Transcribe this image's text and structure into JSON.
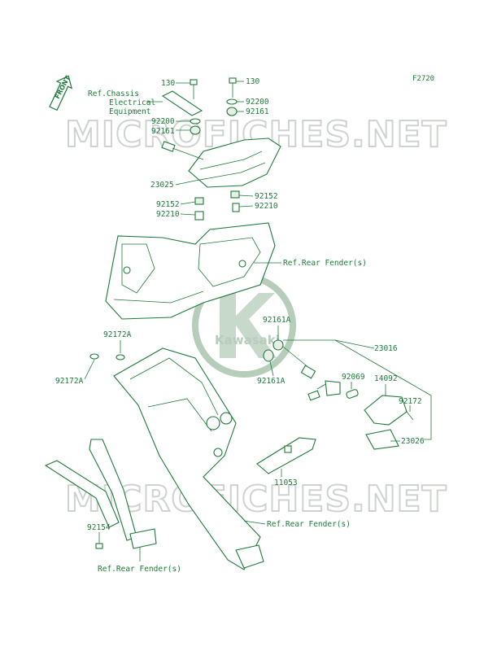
{
  "diagram_code": "F2720",
  "watermark": "MICROFICHES.NET",
  "logo_text": "Kawasaki",
  "front_badge": "FRONT",
  "refs": {
    "chassis_line1": "Ref.Chassis",
    "chassis_line2": "Electrical",
    "chassis_line3": "Equipment",
    "rear_fender_1": "Ref.Rear Fender(s)",
    "rear_fender_2": "Ref.Rear Fender(s)",
    "rear_fender_3": "Ref.Rear Fender(s)"
  },
  "parts": {
    "p130_left": "130",
    "p130_right": "130",
    "p92200_left": "92200",
    "p92200_right": "92200",
    "p92161_left": "92161",
    "p92161_right": "92161",
    "p23025": "23025",
    "p92152_left": "92152",
    "p92152_right": "92152",
    "p92210_left": "92210",
    "p92210_right": "92210",
    "p92161A_top": "92161A",
    "p92161A_bottom": "92161A",
    "p92172A_top": "92172A",
    "p92172A_left": "92172A",
    "p23016": "23016",
    "p92069": "92069",
    "p14092": "14092",
    "p92172": "92172",
    "p23026": "23026",
    "p11053": "11053",
    "p92154": "92154"
  }
}
